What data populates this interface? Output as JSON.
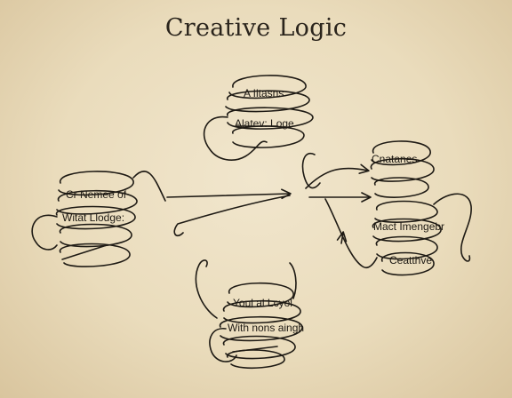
{
  "title": "Creative Logic",
  "nodes": {
    "top": {
      "line1": "A Iltasns",
      "line2": "Alatev: Loge"
    },
    "left": {
      "line1": "Cr Nemee of",
      "line2": "Witat Llodge:"
    },
    "right": {
      "line1": "Cnatanes",
      "line2": "Mact Imengebr",
      "line3": "Ceatthve"
    },
    "bottom": {
      "line1": "Youl al Lcyol",
      "line2": "With nons aingh"
    }
  },
  "colors": {
    "ink": "#1e1a14",
    "paper": "#eadcbc"
  }
}
